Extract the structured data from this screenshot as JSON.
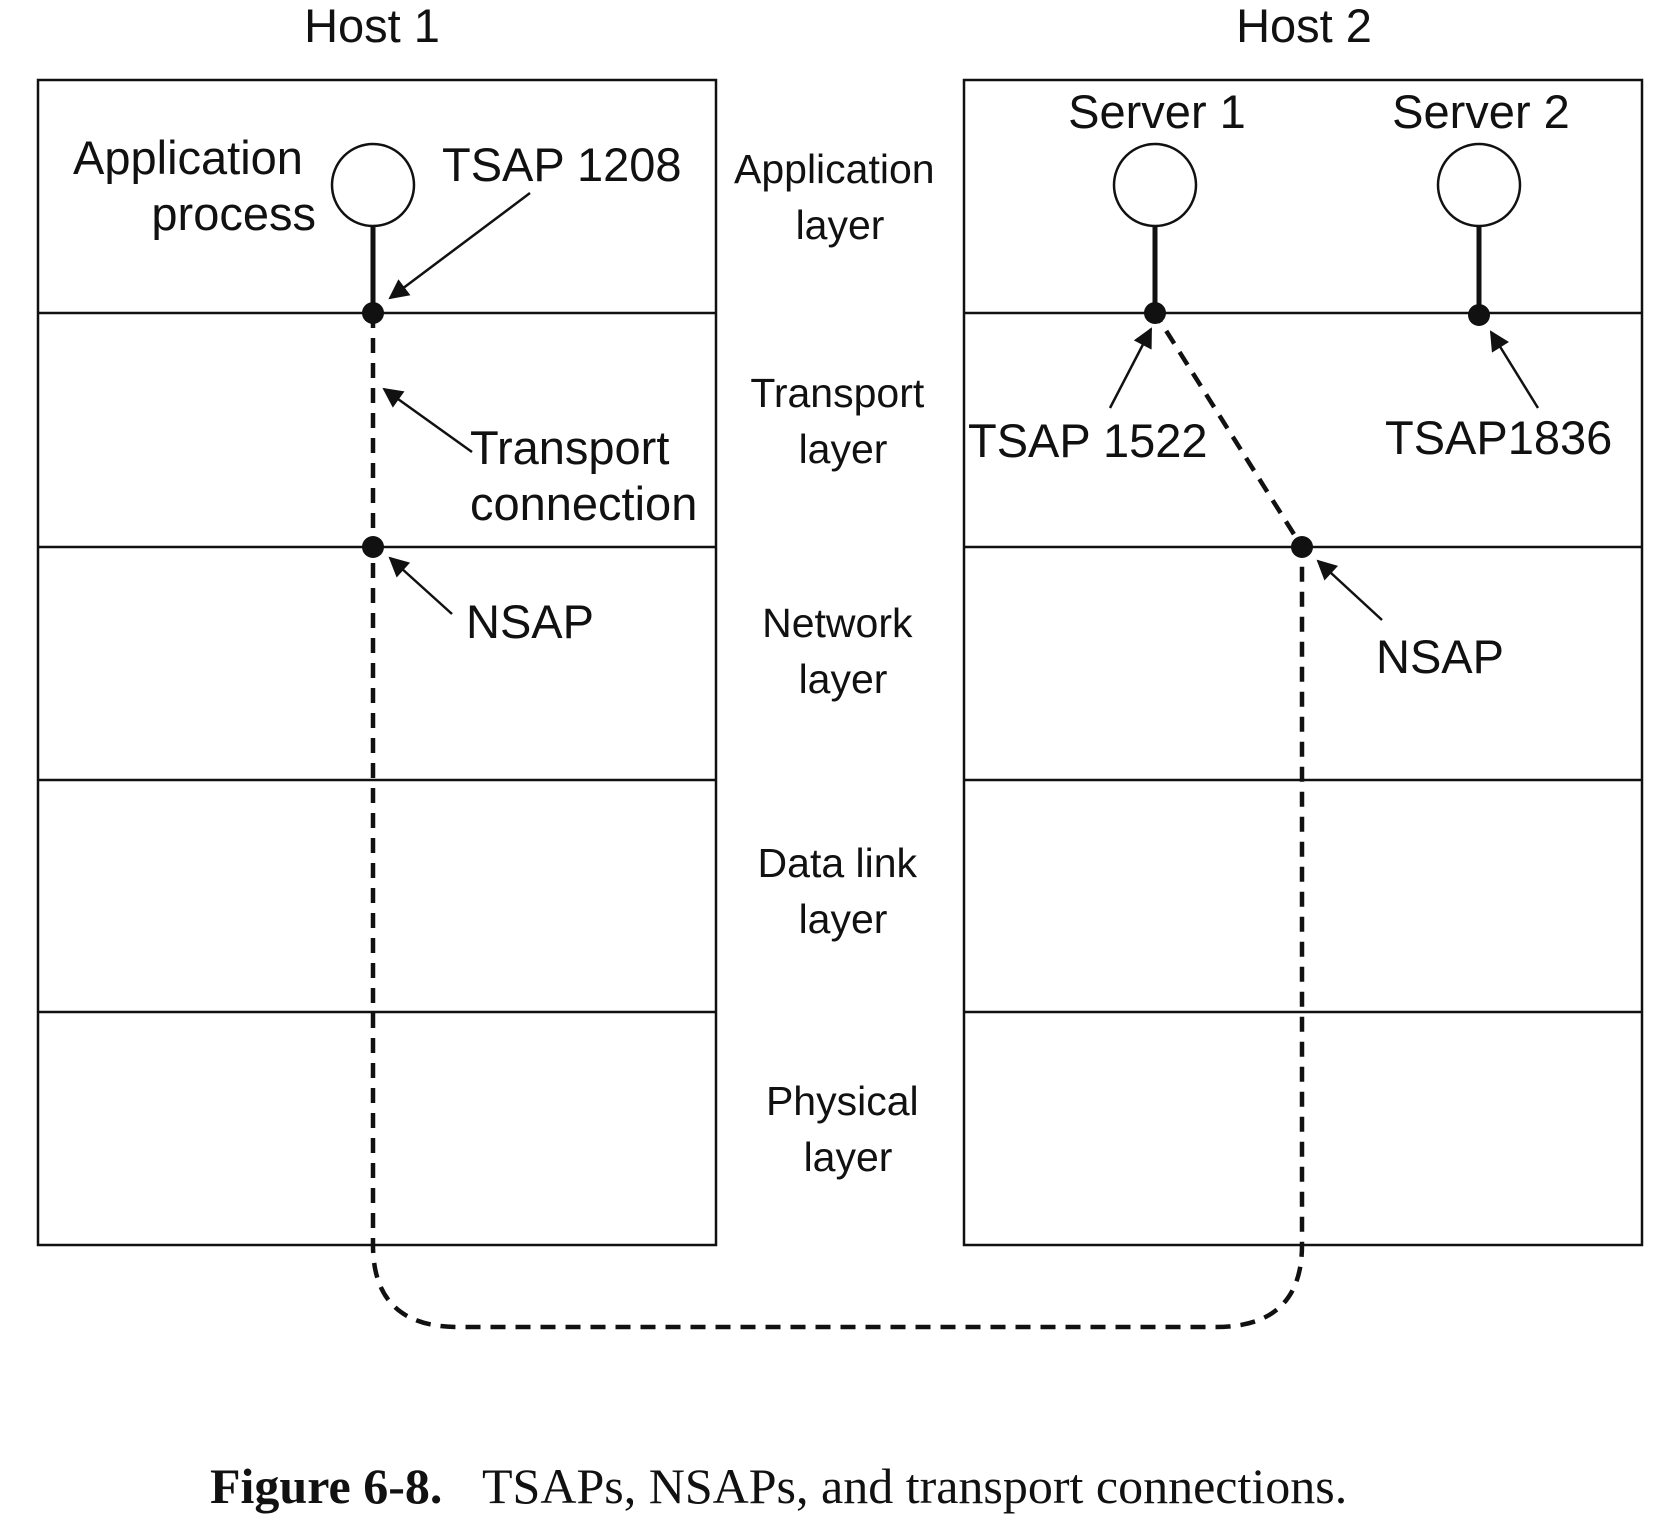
{
  "host1": {
    "title": "Host 1",
    "process_label": [
      "Application",
      "process"
    ],
    "tsap_label": "TSAP 1208",
    "connection_label": [
      "Transport",
      "connection"
    ],
    "nsap_label": "NSAP"
  },
  "host2": {
    "title": "Host 2",
    "server1_label": "Server 1",
    "server2_label": "Server 2",
    "tsap1_label": "TSAP 1522",
    "tsap2_label": "TSAP1836",
    "nsap_label": "NSAP"
  },
  "layers": [
    {
      "line1": "Application",
      "line2": "layer"
    },
    {
      "line1": "Transport",
      "line2": "layer"
    },
    {
      "line1": "Network",
      "line2": "layer"
    },
    {
      "line1": "Data link",
      "line2": "layer"
    },
    {
      "line1": "Physical",
      "line2": "layer"
    }
  ],
  "caption": {
    "prefix": "Figure 6-8.",
    "text": "TSAPs, NSAPs, and transport connections."
  },
  "colors": {
    "ink": "#111111",
    "background": "#ffffff"
  }
}
